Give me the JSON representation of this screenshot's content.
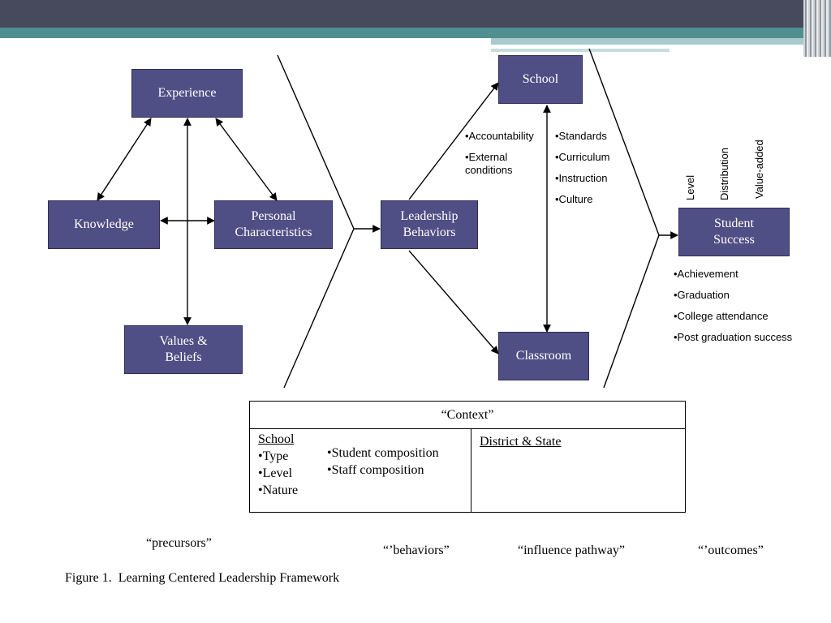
{
  "nodes": {
    "experience": "Experience",
    "knowledge": "Knowledge",
    "personal_line1": "Personal",
    "personal_line2": "Characteristics",
    "values_line1": "Values &",
    "values_line2": "Beliefs",
    "leadership_line1": "Leadership",
    "leadership_line2": "Behaviors",
    "school": "School",
    "classroom": "Classroom",
    "student_line1": "Student",
    "student_line2": "Success"
  },
  "leadership_to_school_bullets": [
    "•Accountability",
    "•External conditions"
  ],
  "school_classroom_bullets": [
    "•Standards",
    "•Curriculum",
    "•Instruction",
    "•Culture"
  ],
  "success_dimensions": [
    "Level",
    "Distribution",
    "Value-added"
  ],
  "success_bullets": [
    "•Achievement",
    "•Graduation",
    "•College attendance",
    "•Post graduation success"
  ],
  "context": {
    "title": "“Context”",
    "school_heading": "School",
    "school_items": [
      "•Type",
      "•Level",
      "•Nature"
    ],
    "composition_items": [
      "•Student composition",
      "•Staff composition"
    ],
    "district_heading": "District & State"
  },
  "stage_labels": {
    "precursors": "“precursors”",
    "behaviors": "“’behaviors”",
    "influence": "“influence pathway”",
    "outcomes": "“’outcomes”"
  },
  "caption": "Figure 1.  Learning Centered Leadership Framework",
  "colors": {
    "node_fill": "#4f4f85",
    "header_dark": "#464a5c",
    "header_teal": "#4f8f8f"
  }
}
